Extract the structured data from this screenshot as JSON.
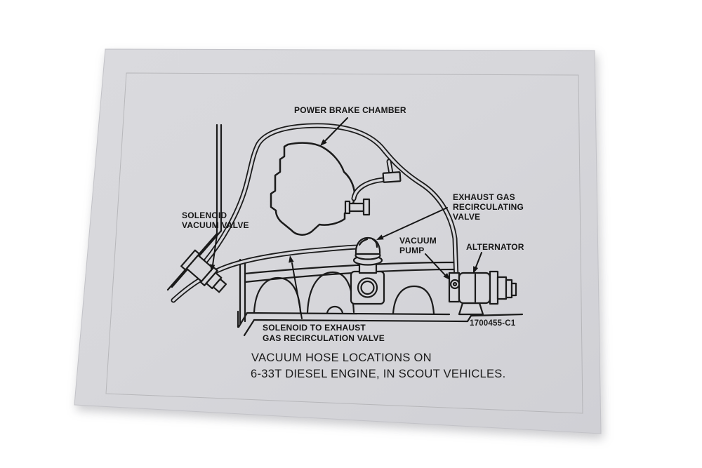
{
  "colors": {
    "background": "#ffffff",
    "decal": "#d7d7db",
    "line_art": "#1b1b1b",
    "text": "#161616"
  },
  "diagram": {
    "labels": {
      "power_brake_chamber": "POWER BRAKE CHAMBER",
      "solenoid_vacuum_valve": [
        "SOLENOID",
        "VACUUM VALVE"
      ],
      "exhaust_gas_recirculating_valve": [
        "EXHAUST GAS",
        "RECIRCULATING",
        "VALVE"
      ],
      "vacuum_pump": [
        "VACUUM",
        "PUMP"
      ],
      "alternator": "ALTERNATOR",
      "solenoid_to_exhaust": [
        "SOLENOID TO EXHAUST",
        "GAS RECIRCULATION VALVE"
      ],
      "part_number": "1700455-C1"
    },
    "caption": [
      "VACUUM HOSE LOCATIONS ON",
      "6-33T DIESEL ENGINE, IN SCOUT VEHICLES."
    ]
  }
}
